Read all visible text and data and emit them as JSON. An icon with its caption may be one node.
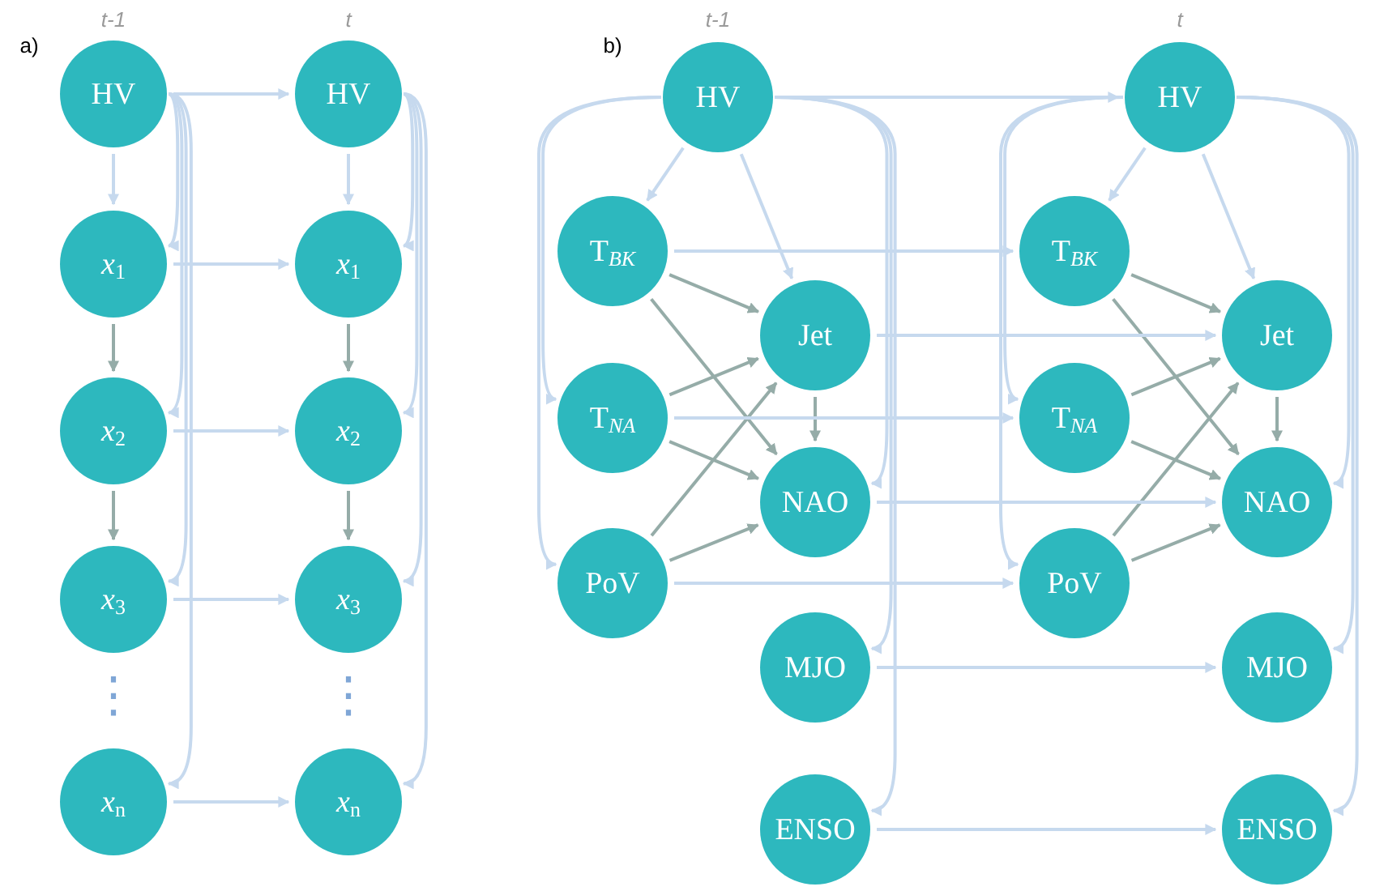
{
  "diagram": {
    "nodes": [
      {
        "text": [
          "HV"
        ]
      },
      {
        "text": [
          "*x*$_{1}$"
        ]
      },
      {
        "text": [
          "*x*$_{2}$"
        ]
      },
      {
        "text": [
          "*x*$_{3}$"
        ]
      },
      {
        "text": [
          "*x*$_{n}$"
        ]
      },
      {
        "text": [
          "HV"
        ]
      },
      {
        "text": [
          "*x*$_{1}$"
        ]
      },
      {
        "text": [
          "*x*$_{2}$"
        ]
      },
      {
        "text": [
          "*x*$_{3}$"
        ]
      },
      {
        "text": [
          "*x*$_{n}$"
        ]
      },
      {
        "text": [
          "HV"
        ]
      },
      {
        "text": [
          "T$_{BK}$"
        ]
      },
      {
        "text": [
          "Jet"
        ]
      },
      {
        "text": [
          "T$_{NA}$"
        ]
      },
      {
        "text": [
          "NAO"
        ]
      },
      {
        "text": [
          "PoV"
        ]
      },
      {
        "text": [
          "MJO"
        ]
      },
      {
        "text": [
          "ENSO"
        ]
      },
      {
        "text": [
          "HV"
        ]
      },
      {
        "text": [
          "T$_{BK}$"
        ]
      },
      {
        "text": [
          "Jet"
        ]
      },
      {
        "text": [
          "T$_{NA}$"
        ]
      },
      {
        "text": [
          "NAO"
        ]
      },
      {
        "text": [
          "PoV"
        ]
      },
      {
        "text": [
          "MJO"
        ]
      },
      {
        "text": [
          "ENSO"
        ]
      }
    ],
    "edges": [
      {
        "from": 0,
        "to": 1,
        "arrow": "to"
      },
      {
        "from": 0,
        "to": 1,
        "arrow": "to"
      },
      {
        "from": 0,
        "to": 2,
        "arrow": "to"
      },
      {
        "from": 0,
        "to": 3,
        "arrow": "to"
      },
      {
        "from": 0,
        "to": 4,
        "arrow": "to"
      },
      {
        "from": 1,
        "to": 2,
        "arrow": "to",
        "color": "#95aca8"
      },
      {
        "from": 2,
        "to": 3,
        "arrow": "to",
        "color": "#95aca8"
      },
      {
        "from": 5,
        "to": 6,
        "arrow": "to"
      },
      {
        "from": 5,
        "to": 6,
        "arrow": "to"
      },
      {
        "from": 5,
        "to": 7,
        "arrow": "to"
      },
      {
        "from": 5,
        "to": 8,
        "arrow": "to"
      },
      {
        "from": 5,
        "to": 9,
        "arrow": "to"
      },
      {
        "from": 6,
        "to": 7,
        "arrow": "to",
        "color": "#95aca8"
      },
      {
        "from": 7,
        "to": 8,
        "arrow": "to",
        "color": "#95aca8"
      },
      {
        "from": 0,
        "to": 5,
        "arrow": "to"
      },
      {
        "from": 1,
        "to": 6,
        "arrow": "to"
      },
      {
        "from": 2,
        "to": 7,
        "arrow": "to"
      },
      {
        "from": 3,
        "to": 8,
        "arrow": "to"
      },
      {
        "from": 4,
        "to": 9,
        "arrow": "to"
      },
      {
        "from": 10,
        "to": 11,
        "arrow": "to"
      },
      {
        "from": 10,
        "to": 12,
        "arrow": "to"
      },
      {
        "from": 10,
        "to": 13,
        "arrow": "to"
      },
      {
        "from": 10,
        "to": 15,
        "arrow": "to"
      },
      {
        "from": 10,
        "to": 14,
        "arrow": "to"
      },
      {
        "from": 10,
        "to": 16,
        "arrow": "to"
      },
      {
        "from": 10,
        "to": 17,
        "arrow": "to"
      },
      {
        "from": 11,
        "to": 12,
        "arrow": "to",
        "color": "#95aca8"
      },
      {
        "from": 11,
        "to": 14,
        "arrow": "to",
        "color": "#95aca8"
      },
      {
        "from": 13,
        "to": 12,
        "arrow": "to",
        "color": "#95aca8"
      },
      {
        "from": 13,
        "to": 14,
        "arrow": "to",
        "color": "#95aca8"
      },
      {
        "from": 15,
        "to": 12,
        "arrow": "to",
        "color": "#95aca8"
      },
      {
        "from": 15,
        "to": 14,
        "arrow": "to",
        "color": "#95aca8"
      },
      {
        "from": 12,
        "to": 14,
        "arrow": "to",
        "color": "#95aca8"
      },
      {
        "from": 18,
        "to": 19,
        "arrow": "to"
      },
      {
        "from": 18,
        "to": 20,
        "arrow": "to"
      },
      {
        "from": 18,
        "to": 21,
        "arrow": "to"
      },
      {
        "from": 18,
        "to": 23,
        "arrow": "to"
      },
      {
        "from": 18,
        "to": 22,
        "arrow": "to"
      },
      {
        "from": 18,
        "to": 24,
        "arrow": "to"
      },
      {
        "from": 18,
        "to": 25,
        "arrow": "to"
      },
      {
        "from": 19,
        "to": 20,
        "arrow": "to",
        "color": "#95aca8"
      },
      {
        "from": 19,
        "to": 22,
        "arrow": "to",
        "color": "#95aca8"
      },
      {
        "from": 21,
        "to": 20,
        "arrow": "to",
        "color": "#95aca8"
      },
      {
        "from": 21,
        "to": 22,
        "arrow": "to",
        "color": "#95aca8"
      },
      {
        "from": 23,
        "to": 20,
        "arrow": "to",
        "color": "#95aca8"
      },
      {
        "from": 23,
        "to": 22,
        "arrow": "to",
        "color": "#95aca8"
      },
      {
        "from": 20,
        "to": 22,
        "arrow": "to",
        "color": "#95aca8"
      },
      {
        "from": 10,
        "to": 18,
        "arrow": "to"
      },
      {
        "from": 11,
        "to": 19,
        "arrow": "to"
      },
      {
        "from": 12,
        "to": 20,
        "arrow": "to"
      },
      {
        "from": 13,
        "to": 21,
        "arrow": "to"
      },
      {
        "from": 14,
        "to": 22,
        "arrow": "to"
      },
      {
        "from": 15,
        "to": 23,
        "arrow": "to"
      },
      {
        "from": 16,
        "to": 24,
        "arrow": "to"
      },
      {
        "from": 17,
        "to": 25,
        "arrow": "to"
      }
    ],
    "labels": [
      "t-1",
      "t",
      "a)",
      "⋮",
      "⋮",
      "t-1",
      "b)",
      "t"
    ]
  }
}
